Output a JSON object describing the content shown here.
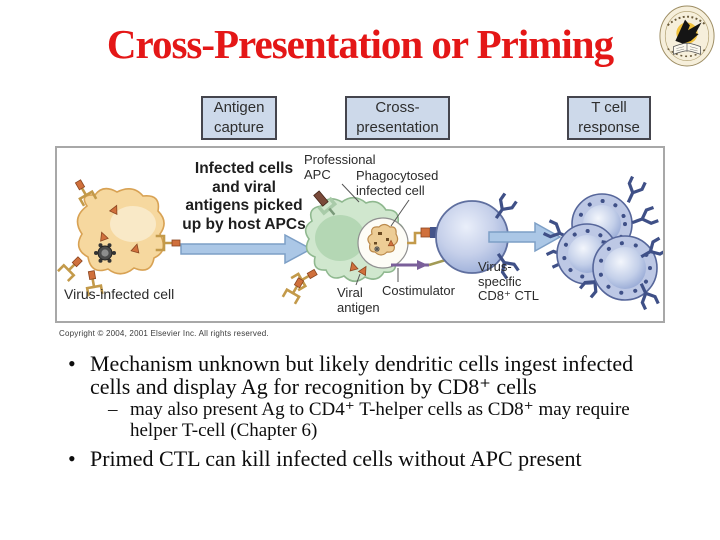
{
  "title": {
    "text": "Cross-Presentation or Priming",
    "color": "#e41717"
  },
  "logo": {
    "name": "university-seal-logo"
  },
  "stages": {
    "antigen_capture": "Antigen\ncapture",
    "cross_presentation": "Cross-\npresentation",
    "t_cell_response": "T cell\nresponse"
  },
  "diagram": {
    "arrow_caption": "Infected cells\nand viral\nantigens picked\nup by host APCs",
    "labels": {
      "virus_infected_cell": "Virus-infected cell",
      "professional_apc": "Professional\nAPC",
      "phagocytosed": "Phagocytosed\ninfected cell",
      "viral_antigen": "Viral\nantigen",
      "costimulator": "Costimulator",
      "ctl": "Virus-\nspecific\nCD8⁺ CTL"
    },
    "copyright": "Copyright © 2004, 2001 Elsevier Inc. All rights reserved."
  },
  "bullets": [
    {
      "level": 1,
      "marker": "•",
      "text": "Mechanism unknown but likely dendritic cells ingest infected\ncells and display Ag for recognition by CD8⁺ cells"
    },
    {
      "level": 2,
      "marker": "–",
      "text": "may also present Ag to CD4⁺ T-helper cells as CD8⁺ may require\nhelper T-cell (Chapter 6)"
    },
    {
      "level": 1,
      "marker": "•",
      "text": "Primed CTL can kill infected cells without APC present"
    }
  ],
  "colors": {
    "title_red": "#e41717",
    "stage_box_fill": "#cdd9ea",
    "stage_box_border": "#45454d",
    "arrow_blue": "#abc7e6",
    "infected_cell_tan": "#f6d89f",
    "apc_green": "#d0e7ce",
    "ctl_blue": "#bdc8e5",
    "receptor_navy": "#3f5087",
    "antigen_orange": "#d0703c",
    "antibody_gold": "#c39a4a",
    "costimulator_purple": "#7a5f9a"
  }
}
